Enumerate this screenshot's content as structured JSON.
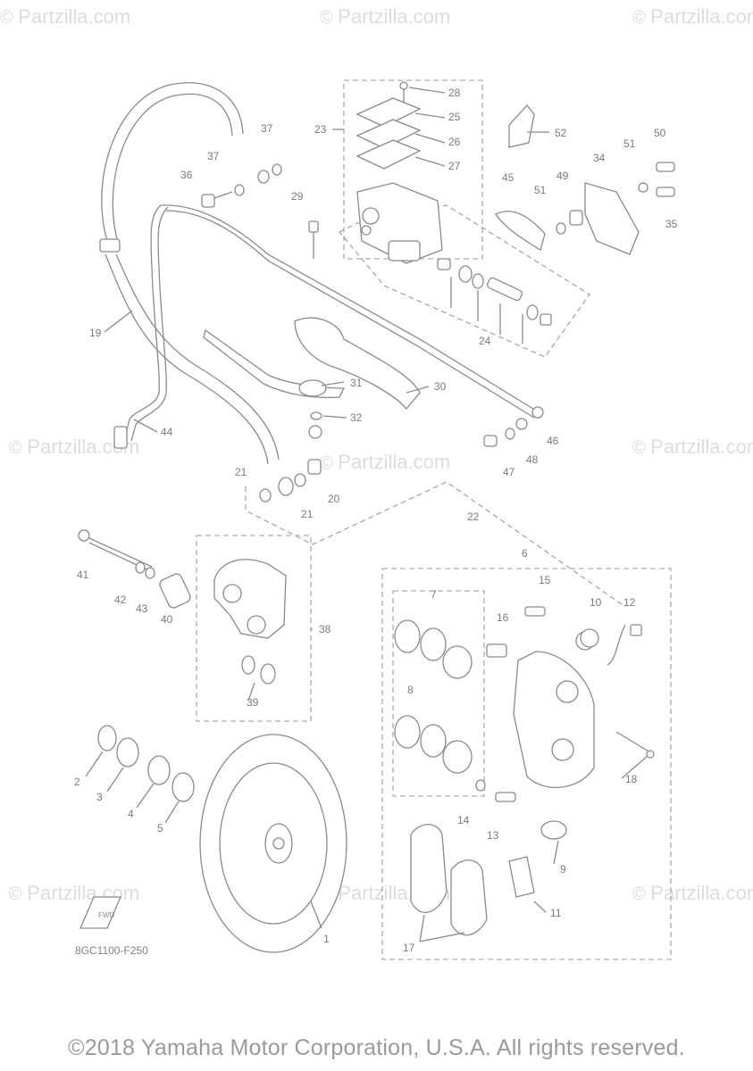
{
  "watermark": "Partzilla.com",
  "diagram_code": "8GC1100-F250",
  "copyright": "©2018 Yamaha Motor Corporation, U.S.A. All rights reserved.",
  "fwd_label": "FWD",
  "callouts": [
    "1",
    "2",
    "3",
    "4",
    "5",
    "6",
    "7",
    "8",
    "9",
    "10",
    "11",
    "12",
    "13",
    "14",
    "15",
    "16",
    "17",
    "18",
    "19",
    "20",
    "21",
    "21",
    "22",
    "23",
    "24",
    "25",
    "26",
    "27",
    "28",
    "29",
    "30",
    "31",
    "32",
    "36",
    "37",
    "37",
    "38",
    "39",
    "40",
    "41",
    "42",
    "43",
    "44",
    "45",
    "46",
    "47",
    "48",
    "49",
    "50",
    "51",
    "51",
    "52",
    "34",
    "35"
  ]
}
